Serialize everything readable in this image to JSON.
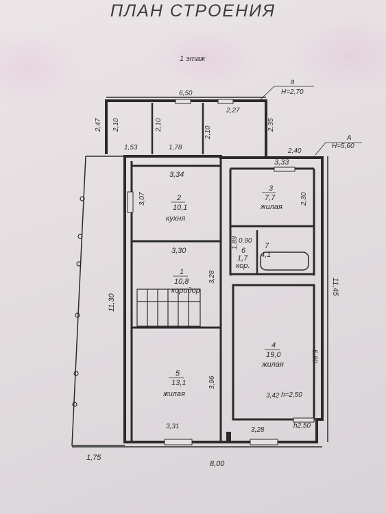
{
  "title": "ПЛАН СТРОЕНИЯ",
  "floor_label": "1 этаж",
  "markers": {
    "a_letter": "а",
    "a_height": "H=2,70",
    "A_letter": "А",
    "A_height": "H=5,60"
  },
  "dimensions": {
    "top_width": "6,50",
    "annex_2_27": "2,27",
    "left_2_47": "2,47",
    "v_2_10_a": "2,10",
    "v_2_10_b": "2,10",
    "v_2_10_c": "2,10",
    "v_2_35": "2,35",
    "b_1_53": "1,53",
    "b_1_78": "1,78",
    "r_2_40": "2,40",
    "left_11_30": "11,30",
    "right_11_45": "11,45",
    "bottom_8_00": "8,00",
    "bottom_1_75": "1,75",
    "h2_50": "h2,50",
    "h_2_50_inner": "h=2,50"
  },
  "rooms": [
    {
      "id": "2",
      "area": "10,1",
      "name": "кухня",
      "dim_top": "3,34",
      "dim_side": "3,07"
    },
    {
      "id": "3",
      "area": "7,7",
      "name": "жилая",
      "dim_top": "3,33",
      "dim_side": "2,30"
    },
    {
      "id": "6",
      "area": "1,7",
      "name": "кор.",
      "dim_top": "0,90",
      "dim_side": "1,89"
    },
    {
      "id": "7",
      "area": "4,1",
      "name": ""
    },
    {
      "id": "1",
      "area": "10,8",
      "name": "коридор",
      "dim_top": "3,30",
      "dim_side": "3,28"
    },
    {
      "id": "4",
      "area": "19,0",
      "name": "жилая",
      "dim_side": "5,80",
      "dim_bottom": "3,42"
    },
    {
      "id": "5",
      "area": "13,1",
      "name": "жилая",
      "dim_side": "3,96",
      "dim_bottom": "3,31"
    }
  ],
  "room_extra": {
    "r4_bottom_right": "3,28"
  },
  "colors": {
    "ink": "#2a2a2a",
    "paper": "#e6e0e3",
    "watermark": "#d9a9c6"
  }
}
